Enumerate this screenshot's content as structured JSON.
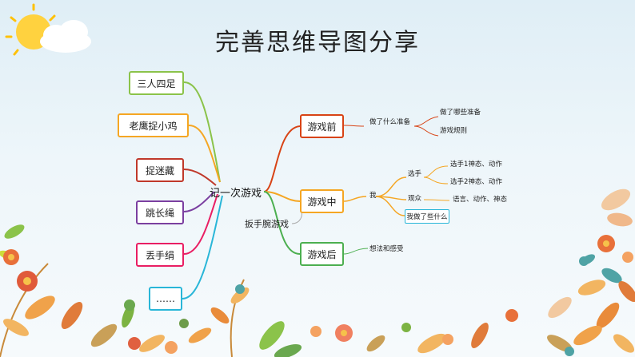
{
  "title": "完善思维导图分享",
  "center": "记一次游戏",
  "left_branches": [
    {
      "label": "三人四足",
      "color": "#8bc34a"
    },
    {
      "label": "老鹰捉小鸡",
      "color": "#f5a623"
    },
    {
      "label": "捉迷藏",
      "color": "#c0392b"
    },
    {
      "label": "跳长绳",
      "color": "#7b3fa0"
    },
    {
      "label": "丢手绢",
      "color": "#e91e63"
    },
    {
      "label": "……",
      "color": "#29b6d8"
    }
  ],
  "floating_label": "扳手腕游戏",
  "right_branches": [
    {
      "label": "游戏前",
      "color": "#d84315"
    },
    {
      "label": "游戏中",
      "color": "#f5a623"
    },
    {
      "label": "游戏后",
      "color": "#4caf50"
    }
  ],
  "before": {
    "sub": "做了什么准备",
    "leaves": [
      "做了哪些准备",
      "游戏规则"
    ]
  },
  "during": {
    "sub": "我",
    "player": "选手",
    "player_leaves": [
      "选手1神态、动作",
      "选手2神态、动作"
    ],
    "audience": "观众",
    "audience_leaf": "语言、动作、神态",
    "self": "我做了些什么"
  },
  "after": {
    "sub": "想法和感受"
  }
}
